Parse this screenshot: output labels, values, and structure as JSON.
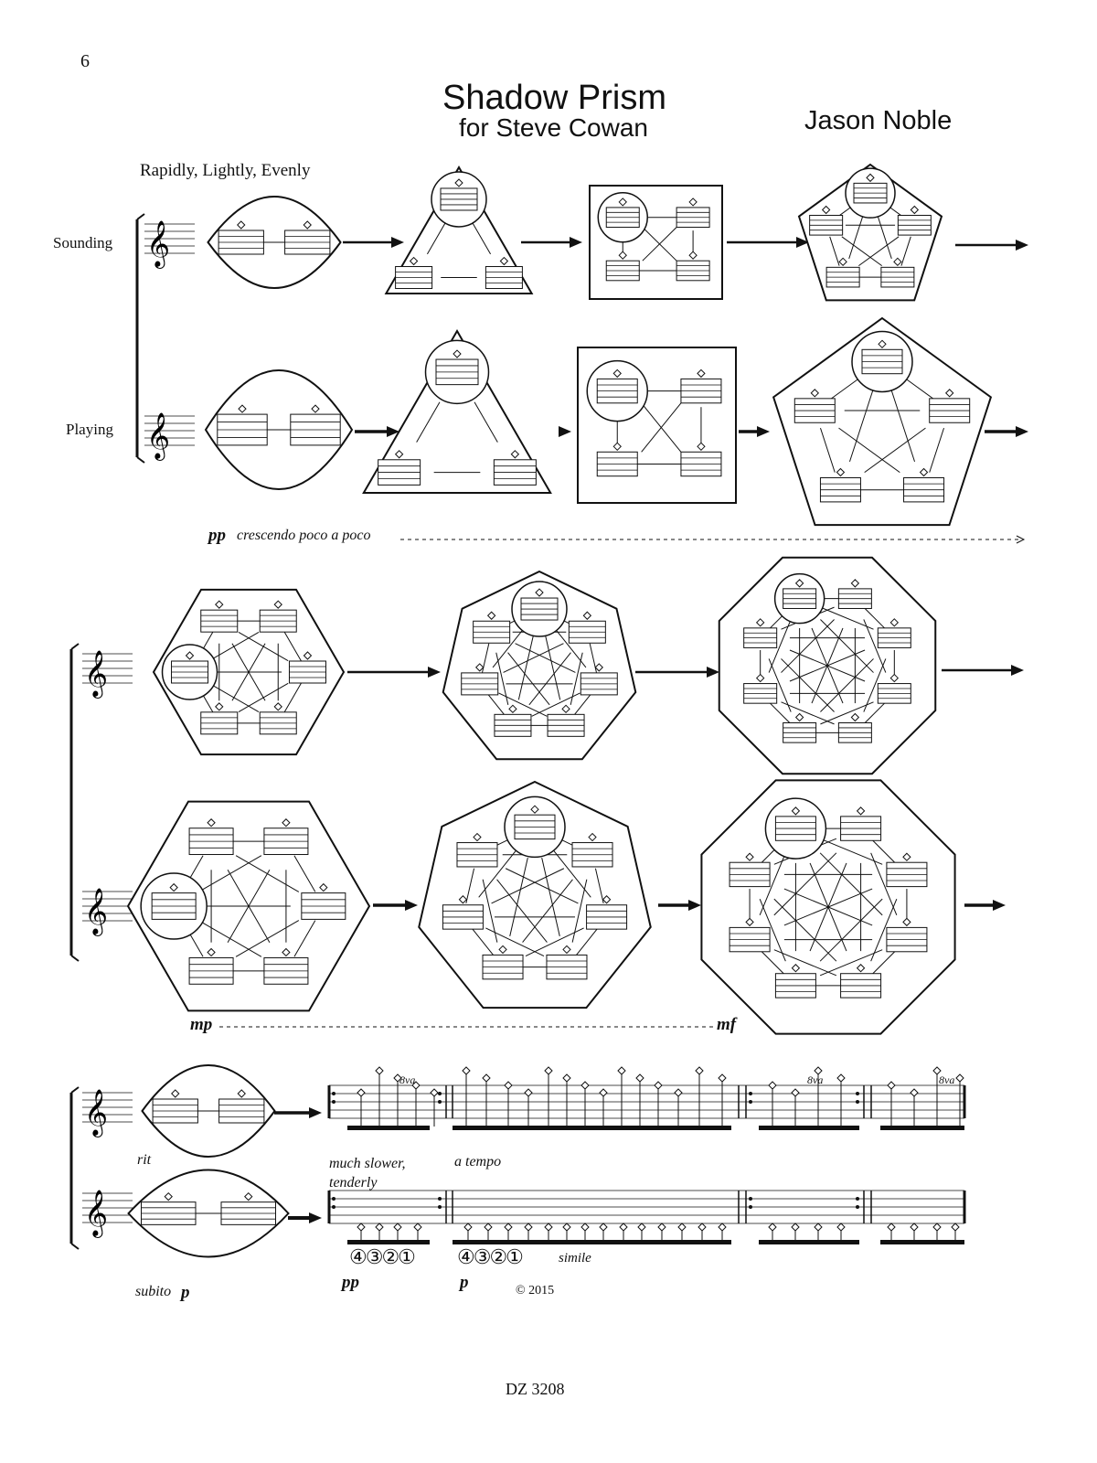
{
  "page_number": "6",
  "title": "Shadow Prism",
  "dedication": "for Steve Cowan",
  "composer": "Jason Noble",
  "tempo_marking": "Rapidly, Lightly, Evenly",
  "staff_labels": {
    "sounding": "Sounding",
    "playing": "Playing"
  },
  "expressions": {
    "crescendo_dynamic": "pp",
    "crescendo_text": "crescendo poco a poco",
    "mp": "mp",
    "mf": "mf",
    "rit": "rit",
    "much_slower": "much slower,",
    "tenderly": "tenderly",
    "a_tempo": "a tempo",
    "subito": "subito",
    "subito_dynamic": "p",
    "pp_final": "pp",
    "p_final": "p",
    "simile": "simile",
    "ottava": "8va"
  },
  "fingerings": {
    "group1": "④③②①",
    "group2": "④③②①"
  },
  "copyright": "© 2015",
  "catalog_number": "DZ 3208"
}
